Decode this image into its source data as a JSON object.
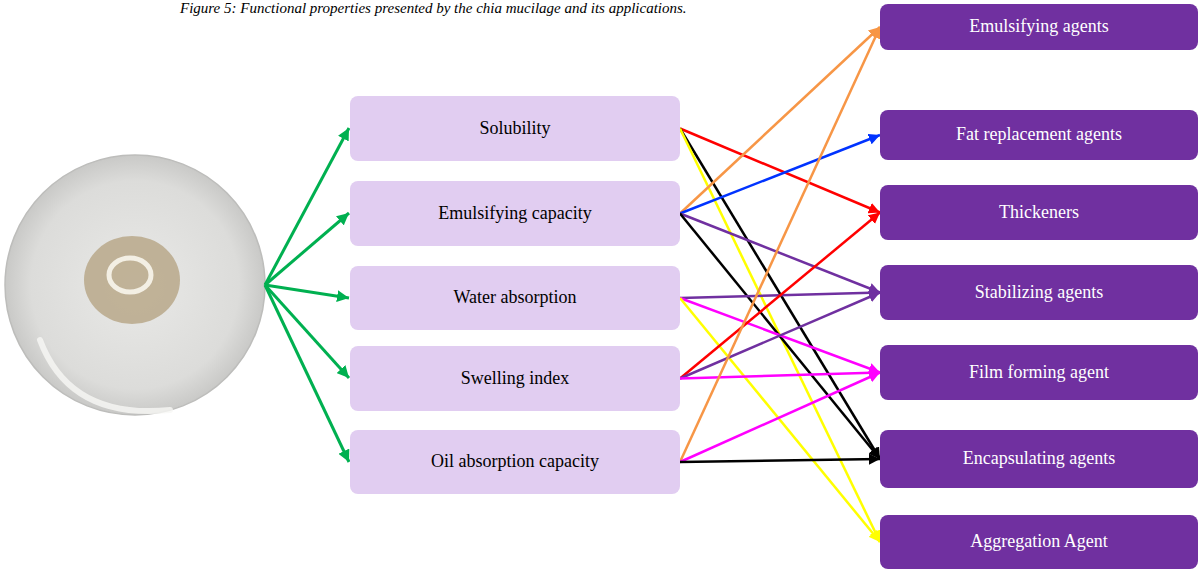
{
  "diagram": {
    "title": "Figure 5: Functional properties presented by the chia mucilage and its applications.",
    "nodes": [
      {
        "text": [
          "Solubility"
        ]
      },
      {
        "text": [
          "Emulsifying capacity"
        ]
      },
      {
        "text": [
          "Water absorption"
        ]
      },
      {
        "text": [
          "Swelling index"
        ]
      },
      {
        "text": [
          "Oil absorption capacity"
        ]
      },
      {
        "text": [
          "Emulsifying agents"
        ]
      },
      {
        "text": [
          "Fat replacement agents"
        ]
      },
      {
        "text": [
          "Thickeners"
        ]
      },
      {
        "text": [
          "Stabilizing agents"
        ]
      },
      {
        "text": [
          "Film forming agent"
        ]
      },
      {
        "text": [
          "Encapsulating agents"
        ]
      },
      {
        "text": [
          "Aggregation Agent"
        ]
      }
    ],
    "edges": [
      {
        "from": 0,
        "to": 7,
        "arrow": "to"
      },
      {
        "from": 0,
        "to": 10,
        "arrow": "to"
      },
      {
        "from": 0,
        "to": 11,
        "arrow": "to"
      },
      {
        "from": 1,
        "to": 5,
        "arrow": "to"
      },
      {
        "from": 1,
        "to": 6,
        "arrow": "to"
      },
      {
        "from": 1,
        "to": 8,
        "arrow": "to"
      },
      {
        "from": 1,
        "to": 10,
        "arrow": "to"
      },
      {
        "from": 2,
        "to": 8,
        "arrow": "to"
      },
      {
        "from": 2,
        "to": 9,
        "arrow": "to"
      },
      {
        "from": 2,
        "to": 11,
        "arrow": "to"
      },
      {
        "from": 3,
        "to": 7,
        "arrow": "to"
      },
      {
        "from": 3,
        "to": 8,
        "arrow": "to"
      },
      {
        "from": 3,
        "to": 9,
        "arrow": "to"
      },
      {
        "from": 4,
        "to": 5,
        "arrow": "to"
      },
      {
        "from": 4,
        "to": 9,
        "arrow": "to"
      },
      {
        "from": 4,
        "to": 10,
        "arrow": "to"
      }
    ]
  }
}
